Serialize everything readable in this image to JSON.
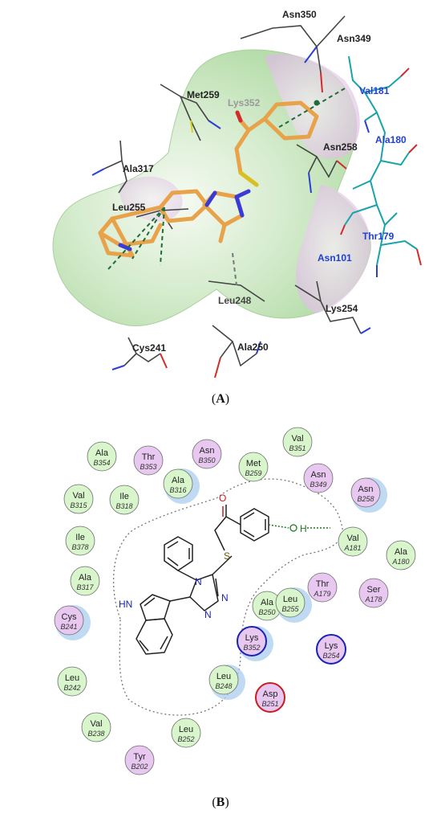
{
  "panel_a": {
    "label": "A",
    "residues": [
      {
        "name": "Asn350",
        "color": "#222222"
      },
      {
        "name": "Asn349",
        "color": "#222222"
      },
      {
        "name": "Val181",
        "color": "#1f3fd6"
      },
      {
        "name": "Met259",
        "color": "#222222"
      },
      {
        "name": "Lys352",
        "color": "#9a9a9a"
      },
      {
        "name": "Ala180",
        "color": "#1f3fd6"
      },
      {
        "name": "Asn258",
        "color": "#222222"
      },
      {
        "name": "Ala317",
        "color": "#222222"
      },
      {
        "name": "Leu255",
        "color": "#222222"
      },
      {
        "name": "Thr179",
        "color": "#1f3fd6"
      },
      {
        "name": "Asn101",
        "color": "#1f3fd6"
      },
      {
        "name": "Leu248",
        "color": "#444444"
      },
      {
        "name": "Lys254",
        "color": "#222222"
      },
      {
        "name": "Cys241",
        "color": "#222222"
      },
      {
        "name": "Ala250",
        "color": "#222222"
      }
    ]
  },
  "panel_b": {
    "label": "B",
    "atom_labels": {
      "oxygen": "O",
      "sulfur": "S",
      "nh": "HN",
      "n1": "N",
      "n2": "N",
      "n3": "N",
      "h": "H"
    },
    "residues": [
      {
        "name": "Ala",
        "chain": "B354",
        "type": "green"
      },
      {
        "name": "Thr",
        "chain": "B353",
        "type": "purple"
      },
      {
        "name": "Asn",
        "chain": "B350",
        "type": "purple"
      },
      {
        "name": "Val",
        "chain": "B351",
        "type": "green"
      },
      {
        "name": "Met",
        "chain": "B259",
        "type": "green"
      },
      {
        "name": "Ala",
        "chain": "B316",
        "type": "green",
        "halo": true
      },
      {
        "name": "Asn",
        "chain": "B349",
        "type": "purple"
      },
      {
        "name": "Asn",
        "chain": "B258",
        "type": "purple",
        "halo": true
      },
      {
        "name": "Val",
        "chain": "B315",
        "type": "green"
      },
      {
        "name": "Ile",
        "chain": "B318",
        "type": "green"
      },
      {
        "name": "Ile",
        "chain": "B378",
        "type": "green"
      },
      {
        "name": "Val",
        "chain": "A181",
        "type": "green"
      },
      {
        "name": "Ala",
        "chain": "A180",
        "type": "green"
      },
      {
        "name": "Ala",
        "chain": "B317",
        "type": "green"
      },
      {
        "name": "Thr",
        "chain": "A179",
        "type": "purple"
      },
      {
        "name": "Ser",
        "chain": "A178",
        "type": "purple"
      },
      {
        "name": "Ala",
        "chain": "B250",
        "type": "green"
      },
      {
        "name": "Leu",
        "chain": "B255",
        "type": "green",
        "halo": true
      },
      {
        "name": "Cys",
        "chain": "B241",
        "type": "purple",
        "halo": true
      },
      {
        "name": "Lys",
        "chain": "B352",
        "type": "purple",
        "ring": "#1a23b5",
        "halo": true
      },
      {
        "name": "Lys",
        "chain": "B254",
        "type": "purple",
        "ring": "#1a23b5"
      },
      {
        "name": "Leu",
        "chain": "B242",
        "type": "green"
      },
      {
        "name": "Leu",
        "chain": "B248",
        "type": "green",
        "halo": true
      },
      {
        "name": "Asp",
        "chain": "B251",
        "type": "purple",
        "ring": "#c81e1e"
      },
      {
        "name": "Val",
        "chain": "B238",
        "type": "green"
      },
      {
        "name": "Leu",
        "chain": "B252",
        "type": "green"
      },
      {
        "name": "Tyr",
        "chain": "B202",
        "type": "purple"
      }
    ]
  },
  "colors": {
    "green_fill": "#d9f5cc",
    "purple_fill": "#e8c8f0",
    "halo": "#a9cdee",
    "ligand_orange": "#e8a24a",
    "hbond_green": "#1f7a1f"
  }
}
